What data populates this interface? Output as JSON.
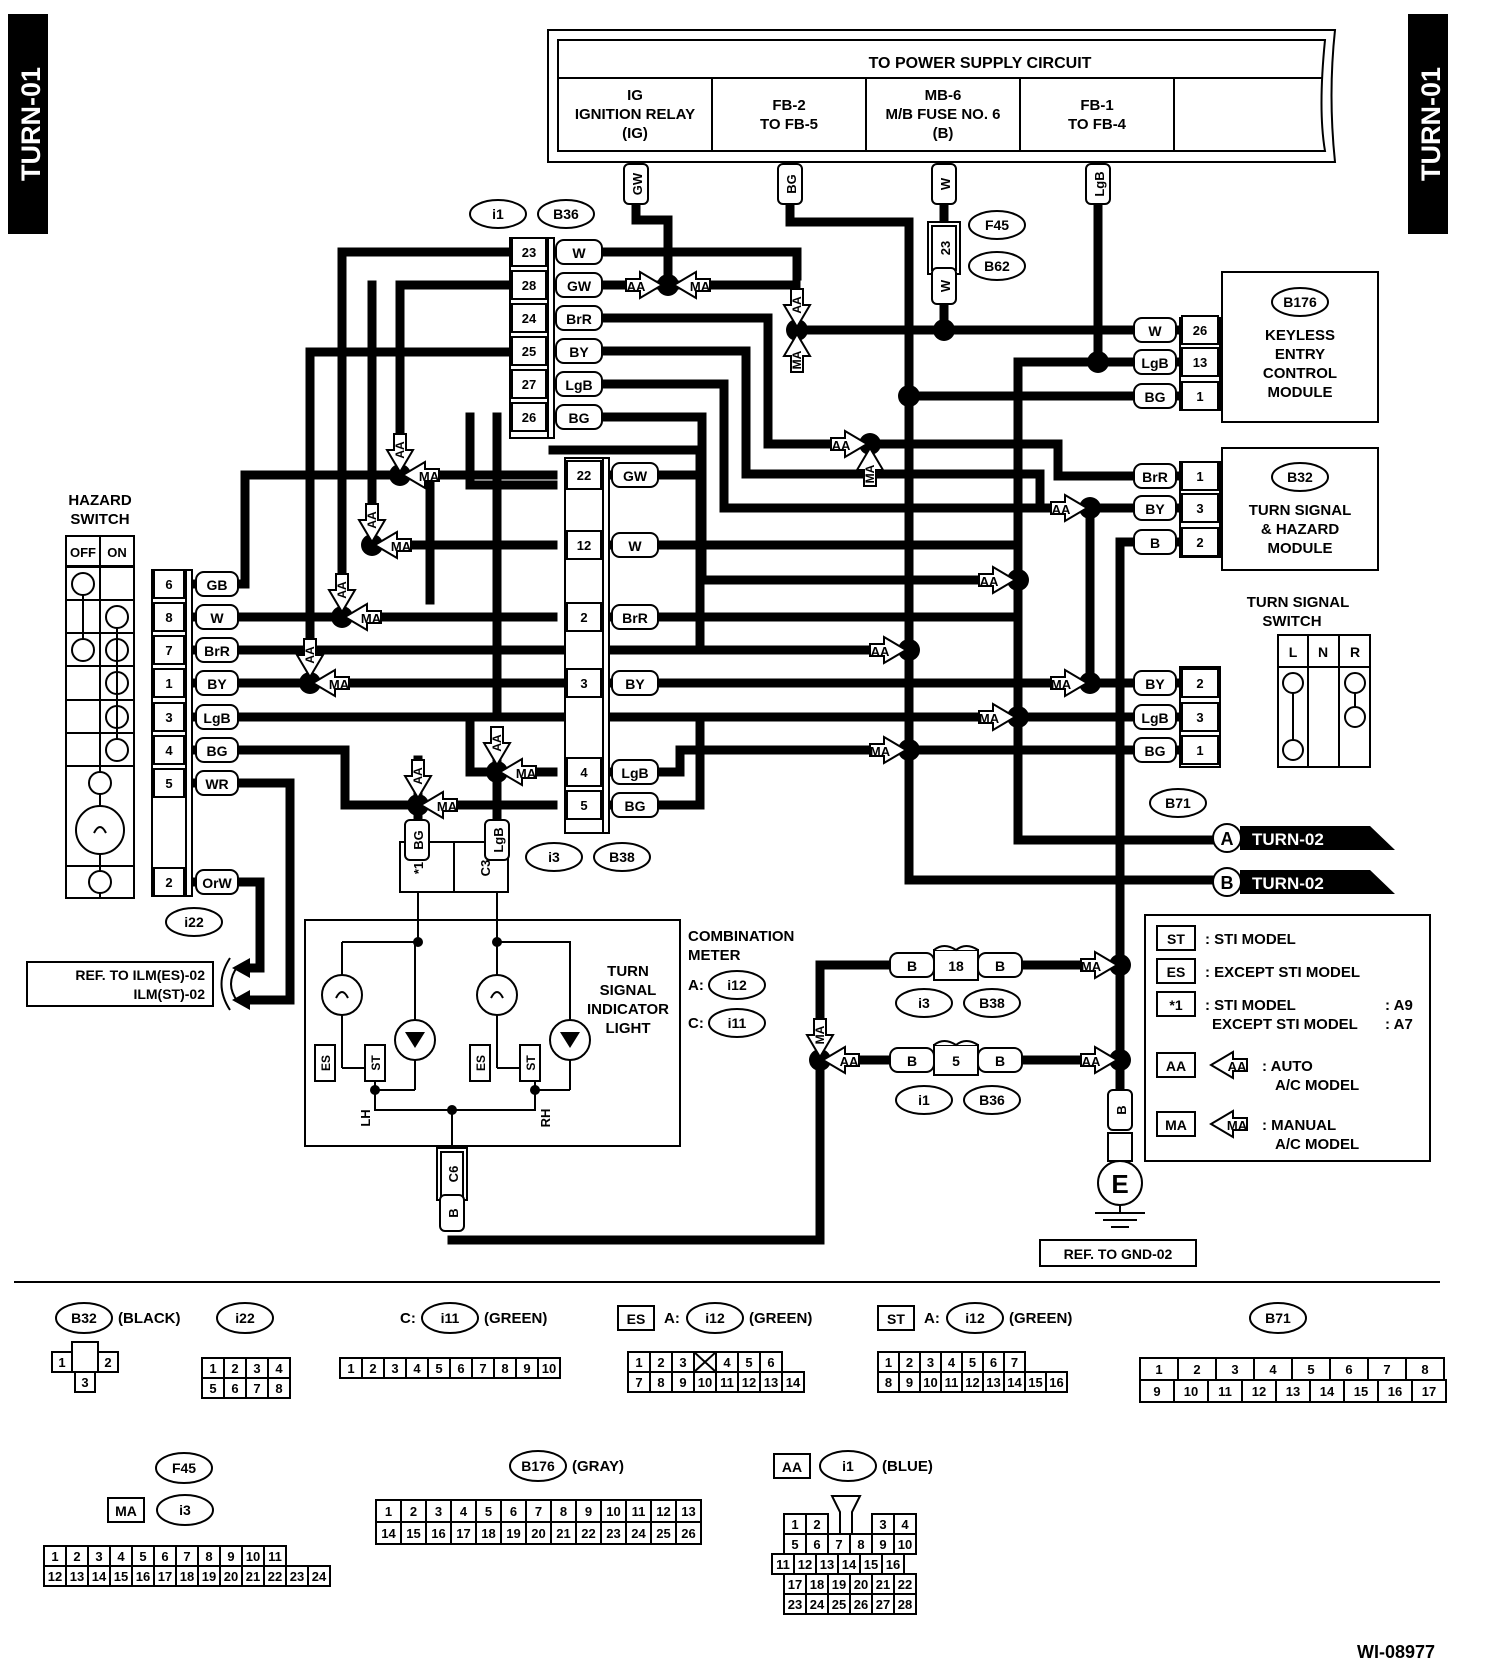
{
  "page_tabs": {
    "left": "TURN-01",
    "right": "TURN-01"
  },
  "power": {
    "title": "TO POWER SUPPLY CIRCUIT",
    "cells": [
      [
        "IG",
        "IGNITION RELAY",
        "(IG)"
      ],
      [
        "FB-2",
        "TO FB-5"
      ],
      [
        "MB-6",
        "M/B FUSE NO. 6",
        "(B)"
      ],
      [
        "FB-1",
        "TO FB-4"
      ]
    ]
  },
  "connectors": {
    "i1": "i1",
    "b36": "B36",
    "i3": "i3",
    "b38": "B38",
    "f45": "F45",
    "b62": "B62",
    "i22": "i22",
    "b176": "B176",
    "b32": "B32",
    "b71": "B71",
    "i12": "i12",
    "i11": "i11"
  },
  "upper_joint": {
    "rows": [
      {
        "pin": "23",
        "color": "W"
      },
      {
        "pin": "28",
        "color": "GW"
      },
      {
        "pin": "24",
        "color": "BrR"
      },
      {
        "pin": "25",
        "color": "BY"
      },
      {
        "pin": "27",
        "color": "LgB"
      },
      {
        "pin": "26",
        "color": "BG"
      }
    ]
  },
  "lower_joint": {
    "rows": [
      {
        "pin": "22",
        "color": "GW"
      },
      {
        "pin": "12",
        "color": "W"
      },
      {
        "pin": "2",
        "color": "BrR"
      },
      {
        "pin": "3",
        "color": "BY"
      },
      {
        "pin": "4",
        "color": "LgB"
      },
      {
        "pin": "5",
        "color": "BG"
      }
    ]
  },
  "hazard_switch": {
    "title_1": "HAZARD",
    "title_2": "SWITCH",
    "off": "OFF",
    "on": "ON",
    "pins": [
      {
        "pin": "6",
        "color": "GB"
      },
      {
        "pin": "8",
        "color": "W"
      },
      {
        "pin": "7",
        "color": "BrR"
      },
      {
        "pin": "1",
        "color": "BY"
      },
      {
        "pin": "3",
        "color": "LgB"
      },
      {
        "pin": "4",
        "color": "BG"
      },
      {
        "pin": "5",
        "color": "WR"
      },
      {
        "pin": "2",
        "color": "OrW"
      }
    ]
  },
  "keyless": {
    "lines": [
      "KEYLESS",
      "ENTRY",
      "CONTROL",
      "MODULE"
    ],
    "pins": [
      {
        "pin": "26",
        "color": "W"
      },
      {
        "pin": "13",
        "color": "LgB"
      },
      {
        "pin": "1",
        "color": "BG"
      }
    ]
  },
  "turn_hazard_module": {
    "lines": [
      "TURN SIGNAL",
      "& HAZARD",
      "MODULE"
    ],
    "pins": [
      {
        "pin": "1",
        "color": "BrR"
      },
      {
        "pin": "3",
        "color": "BY"
      },
      {
        "pin": "2",
        "color": "B"
      }
    ]
  },
  "turn_signal_switch": {
    "title_1": "TURN SIGNAL",
    "title_2": "SWITCH",
    "l": "L",
    "n": "N",
    "r": "R",
    "pins": [
      {
        "pin": "2",
        "color": "BY"
      },
      {
        "pin": "3",
        "color": "LgB"
      },
      {
        "pin": "1",
        "color": "BG"
      }
    ]
  },
  "meter": {
    "title_1": "COMBINATION",
    "title_2": "METER",
    "a_prefix": "A:",
    "c_prefix": "C:",
    "light": [
      "TURN",
      "SIGNAL",
      "INDICATOR",
      "LIGHT"
    ],
    "pin_star": "*1",
    "pin_c3": "C3",
    "pin_c6": "C6",
    "lh": "LH",
    "rh": "RH",
    "es": "ES",
    "st": "ST"
  },
  "wire_tags": {
    "gw": "GW",
    "bg": "BG",
    "w": "W",
    "lgb": "LgB",
    "b": "B",
    "fuse23": "23",
    "meter_bg": "BG",
    "meter_lgb": "LgB"
  },
  "ground_row": {
    "pin_18": "18",
    "pin_5": "5",
    "color": "B"
  },
  "tags": {
    "aa": "AA",
    "ma": "MA"
  },
  "references": {
    "ilm_1": "REF. TO ILM(ES)-02",
    "ilm_2": "ILM(ST)-02",
    "turn02": "TURN-02",
    "a": "A",
    "b": "B",
    "gnd": "REF. TO GND-02",
    "e": "E"
  },
  "legend": [
    {
      "key": "ST",
      "text": ": STI MODEL"
    },
    {
      "key": "ES",
      "text": ": EXCEPT STI MODEL"
    },
    {
      "key": "*1",
      "text": ": STI MODEL",
      "extra": ": A9"
    },
    {
      "key": "",
      "text": "EXCEPT STI MODEL",
      "extra": ": A7"
    },
    {
      "key": "AA",
      "text": ": AUTO",
      "text2": "A/C MODEL"
    },
    {
      "key": "MA",
      "text": ": MANUAL",
      "text2": "A/C MODEL"
    }
  ],
  "connector_views": {
    "b32": {
      "id": "B32",
      "label": "(BLACK)",
      "pins": [
        "1",
        "2",
        "3"
      ]
    },
    "i22": {
      "id": "i22",
      "top": [
        "1",
        "2",
        "3",
        "4"
      ],
      "bottom": [
        "5",
        "6",
        "7",
        "8"
      ]
    },
    "i11": {
      "prefix": "C:",
      "id": "i11",
      "label": "(GREEN)",
      "pins": [
        "1",
        "2",
        "3",
        "4",
        "5",
        "6",
        "7",
        "8",
        "9",
        "10"
      ]
    },
    "i12_es": {
      "tag": "ES",
      "prefix": "A:",
      "id": "i12",
      "label": "(GREEN)",
      "top": [
        "1",
        "2",
        "3",
        "",
        "4",
        "5",
        "6"
      ],
      "bottom": [
        "7",
        "8",
        "9",
        "10",
        "11",
        "12",
        "13",
        "14"
      ]
    },
    "i12_st": {
      "tag": "ST",
      "prefix": "A:",
      "id": "i12",
      "label": "(GREEN)",
      "top": [
        "1",
        "2",
        "3",
        "4",
        "5",
        "6",
        "7"
      ],
      "bottom": [
        "8",
        "9",
        "10",
        "11",
        "12",
        "13",
        "14",
        "15",
        "16"
      ]
    },
    "b71": {
      "id": "B71",
      "top": [
        "1",
        "2",
        "3",
        "4",
        "5",
        "6",
        "7",
        "8"
      ],
      "bottom": [
        "9",
        "10",
        "11",
        "12",
        "13",
        "14",
        "15",
        "16",
        "17"
      ]
    },
    "f45": {
      "id": "F45",
      "tag": "MA",
      "id2": "i3",
      "top": [
        "1",
        "2",
        "3",
        "4",
        "5",
        "6",
        "7",
        "8",
        "9",
        "10",
        "11"
      ],
      "bottom": [
        "12",
        "13",
        "14",
        "15",
        "16",
        "17",
        "18",
        "19",
        "20",
        "21",
        "22",
        "23",
        "24"
      ]
    },
    "b176": {
      "id": "B176",
      "label": "(GRAY)",
      "top": [
        "1",
        "2",
        "3",
        "4",
        "5",
        "6",
        "7",
        "8",
        "9",
        "10",
        "11",
        "12",
        "13"
      ],
      "bottom": [
        "14",
        "15",
        "16",
        "17",
        "18",
        "19",
        "20",
        "21",
        "22",
        "23",
        "24",
        "25",
        "26"
      ]
    },
    "i1": {
      "tag": "AA",
      "id": "i1",
      "label": "(BLUE)",
      "r1": [
        "1",
        "2",
        "3",
        "4"
      ],
      "r2": [
        "5",
        "6",
        "7",
        "8",
        "9",
        "10"
      ],
      "r3": [
        "11",
        "12",
        "13",
        "14",
        "15",
        "16"
      ],
      "r4": [
        "17",
        "18",
        "19",
        "20",
        "21",
        "22"
      ],
      "r5": [
        "23",
        "24",
        "25",
        "26",
        "27",
        "28"
      ]
    }
  },
  "figure_id": "WI-08977"
}
